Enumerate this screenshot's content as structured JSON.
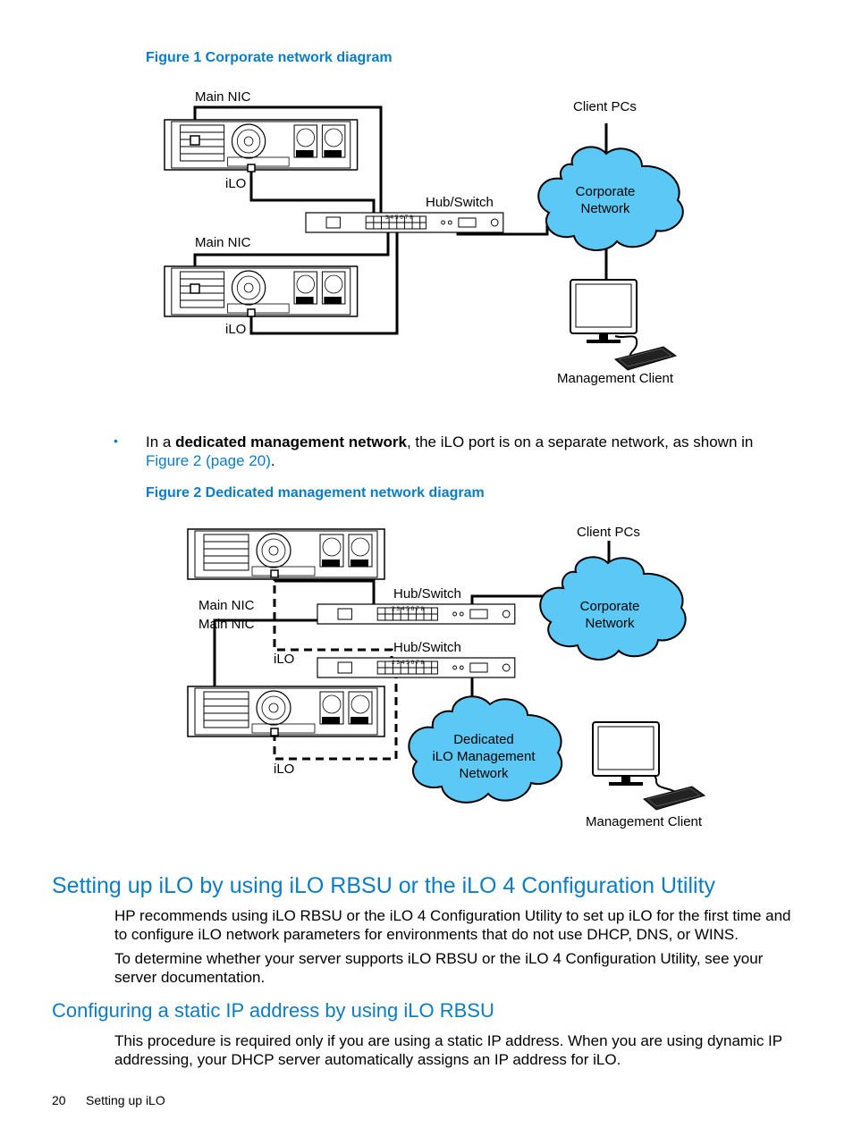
{
  "figure1": {
    "caption": "Figure 1 Corporate network diagram",
    "labels": {
      "main_nic_top": "Main NIC",
      "ilo_top": "iLO",
      "main_nic_bottom": "Main NIC",
      "ilo_bottom": "iLO",
      "hub_switch": "Hub/Switch",
      "client_pcs": "Client PCs",
      "cloud": "Corporate Network",
      "management_client": "Management Client"
    },
    "port_numbers": "3 4 5 6 7 8"
  },
  "bullet": {
    "prefix": "In a ",
    "bold": "dedicated management network",
    "middle": ", the iLO port is on a separate network, as shown in ",
    "link": "Figure 2 (page 20)",
    "suffix": "."
  },
  "figure2": {
    "caption": "Figure 2 Dedicated management network diagram",
    "labels": {
      "client_pcs": "Client PCs",
      "hub_switch_top": "Hub/Switch",
      "main_nic_1": "Main NIC",
      "main_nic_2": "Main NIC",
      "hub_switch_bottom": "Hub/Switch",
      "ilo_top": "iLO",
      "ilo_bottom": "iLO",
      "corporate_cloud": "Corporate Network",
      "ilo_cloud": "Dedicated iLO Management Network",
      "management_client": "Management Client"
    },
    "port_numbers": "2 3 4 5 6 7 8"
  },
  "section1": {
    "heading": "Setting up iLO by using iLO RBSU or the iLO 4 Configuration Utility",
    "para1": "HP recommends using iLO RBSU or the iLO 4 Configuration Utility to set up iLO for the first time and to configure iLO network parameters for environments that do not use DHCP, DNS, or WINS.",
    "para2": "To determine whether your server supports iLO RBSU or the iLO 4 Configuration Utility, see your server documentation."
  },
  "section2": {
    "heading": "Configuring a static IP address by using iLO RBSU",
    "para1": "This procedure is required only if you are using a static IP address. When you are using dynamic IP addressing, your DHCP server automatically assigns an IP address for iLO."
  },
  "footer": {
    "page_number": "20",
    "section": "Setting up iLO"
  },
  "colors": {
    "accent": "#0b7dc6",
    "cloud": "#5bc8f5"
  }
}
